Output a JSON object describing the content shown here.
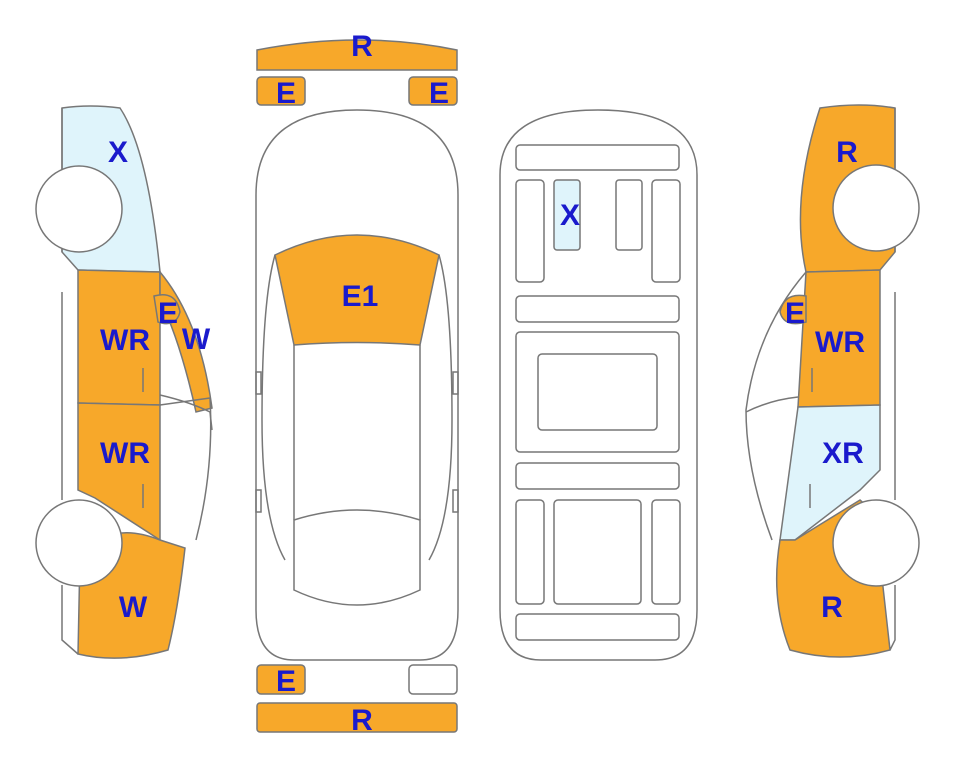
{
  "colors": {
    "orange": "#f7a82a",
    "light_blue": "#dff4fb",
    "label_blue": "#1a1acc",
    "outline": "#777777",
    "tire_fill": "#ffffff"
  },
  "labels": {
    "top_bumper": "R",
    "top_left_lamp": "E",
    "top_right_lamp": "E",
    "hood": "E1",
    "bottom_lamp": "E",
    "bottom_bumper": "R",
    "roof_panel": "X",
    "left_rear_quarter": "X",
    "left_front_door": "WR",
    "left_rear_door": "WR",
    "left_mirror": "E",
    "left_window": "W",
    "left_front_fender": "W",
    "right_rear_quarter": "R",
    "right_mirror": "E",
    "right_front_door": "WR",
    "right_rear_door": "XR",
    "right_front_fender": "R"
  }
}
